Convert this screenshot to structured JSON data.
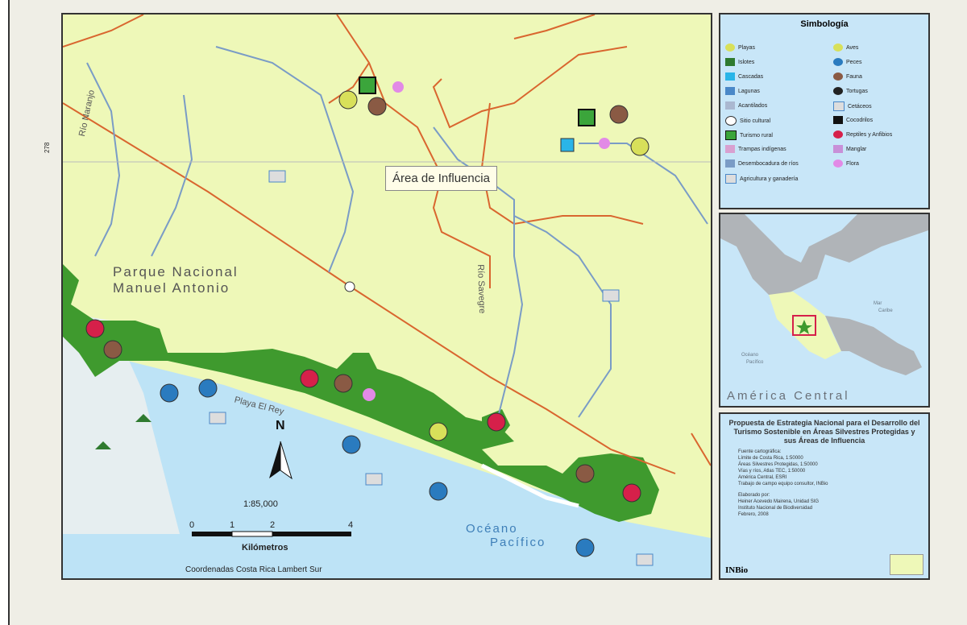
{
  "map": {
    "area_label": "Área de Influencia",
    "park_label_line1": "Parque Nacional",
    "park_label_line2": "Manuel Antonio",
    "beach_label": "Playa El Rey",
    "ocean_line1": "Océano",
    "ocean_line2": "Pacífico",
    "river1": "Río Naranjo",
    "river2": "Río Savegre",
    "scale": "1:85,000",
    "scale_ticks": [
      "0",
      "1",
      "2",
      "4"
    ],
    "scale_unit": "Kilómetros",
    "coords": "Coordenadas Costa Rica Lambert Sur",
    "north": "N",
    "tick_value": "278",
    "colors": {
      "land": "#eef8b8",
      "forest": "#3f9a2e",
      "ocean": "#bde3f6",
      "road": "#d9662f",
      "river": "#7a9cc6"
    }
  },
  "legend": {
    "title": "Simbología",
    "left": [
      "Playas",
      "Islotes",
      "Cascadas",
      "Lagunas",
      "Acantilados",
      "Sitio cultural",
      "Turismo rural",
      "Trampas indígenas",
      "Desembocadura de ríos",
      "Agricultura y ganadería"
    ],
    "right": [
      "Aves",
      "Peces",
      "Fauna",
      "Tortugas",
      "Cetáceos",
      "Cocodrilos",
      "Reptiles y Anfibios",
      "Manglar",
      "Flora"
    ]
  },
  "inset": {
    "title": "América Central",
    "sea1": "Mar",
    "sea2": "Caribe",
    "ocean1": "Océano",
    "ocean2": "Pacífico"
  },
  "info": {
    "title": "Propuesta de Estrategia Nacional para el Desarrollo del Turismo Sostenible en Áreas Silvestres Protegidas y sus Áreas de Influencia",
    "sources_title": "Fuente cartográfica:",
    "sources": [
      "Límite de Costa Rica, 1:50000",
      "Áreas Silvestres Protegidas, 1:50000",
      "Vías y ríos, Atlas TEC, 1:50000",
      "América Central, ESRI",
      "Trabajo de campo equipo consultor, INBio"
    ],
    "made_by_title": "Elaborado por:",
    "made_by": [
      "Heiner Acevedo Mairena, Unidad SIG",
      "Instituto Nacional de Biodiversidad",
      "Febrero, 2008"
    ],
    "logo": "INBio"
  }
}
